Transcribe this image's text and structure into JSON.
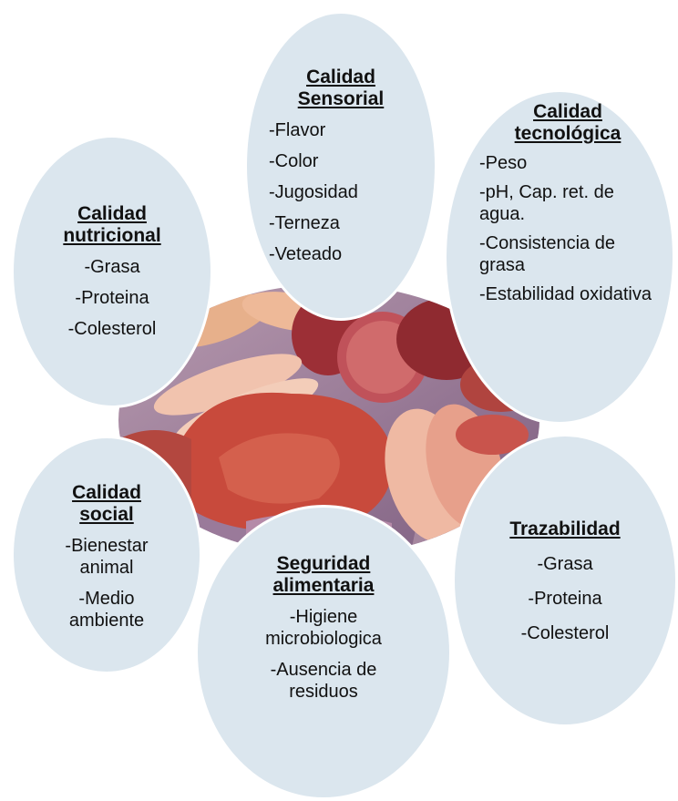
{
  "petals": {
    "sensorial": {
      "title_1": "Calidad",
      "title_2": "Sensorial",
      "items": [
        "-Flavor",
        "-Color",
        "-Jugosidad",
        "-Terneza",
        "-Veteado"
      ]
    },
    "tecnologica": {
      "title_1": "Calidad",
      "title_2": "tecnológica",
      "items": [
        "-Peso",
        "-pH, Cap. ret. de agua.",
        "-Consistencia de grasa",
        "-Estabilidad oxidativa"
      ]
    },
    "nutricional": {
      "title_1": "Calidad",
      "title_2": "nutricional",
      "items": [
        "-Grasa",
        "-Proteina",
        "-Colesterol"
      ]
    },
    "social": {
      "title_1": "Calidad",
      "title_2": "social",
      "items": [
        "-Bienestar animal",
        "-Medio ambiente"
      ]
    },
    "seguridad": {
      "title_1": "Seguridad",
      "title_2": "alimentaria",
      "items": [
        "-Higiene microbiologica",
        "-Ausencia de residuos"
      ]
    },
    "trazabilidad": {
      "title_1": "Trazabilidad",
      "items": [
        "-Grasa",
        "-Proteina",
        "-Colesterol"
      ]
    }
  },
  "colors": {
    "petal_fill": "#dbe6ee",
    "meat_red": "#c9473f",
    "meat_pale": "#e9a58f",
    "background_purple": "#8e6f8f"
  }
}
